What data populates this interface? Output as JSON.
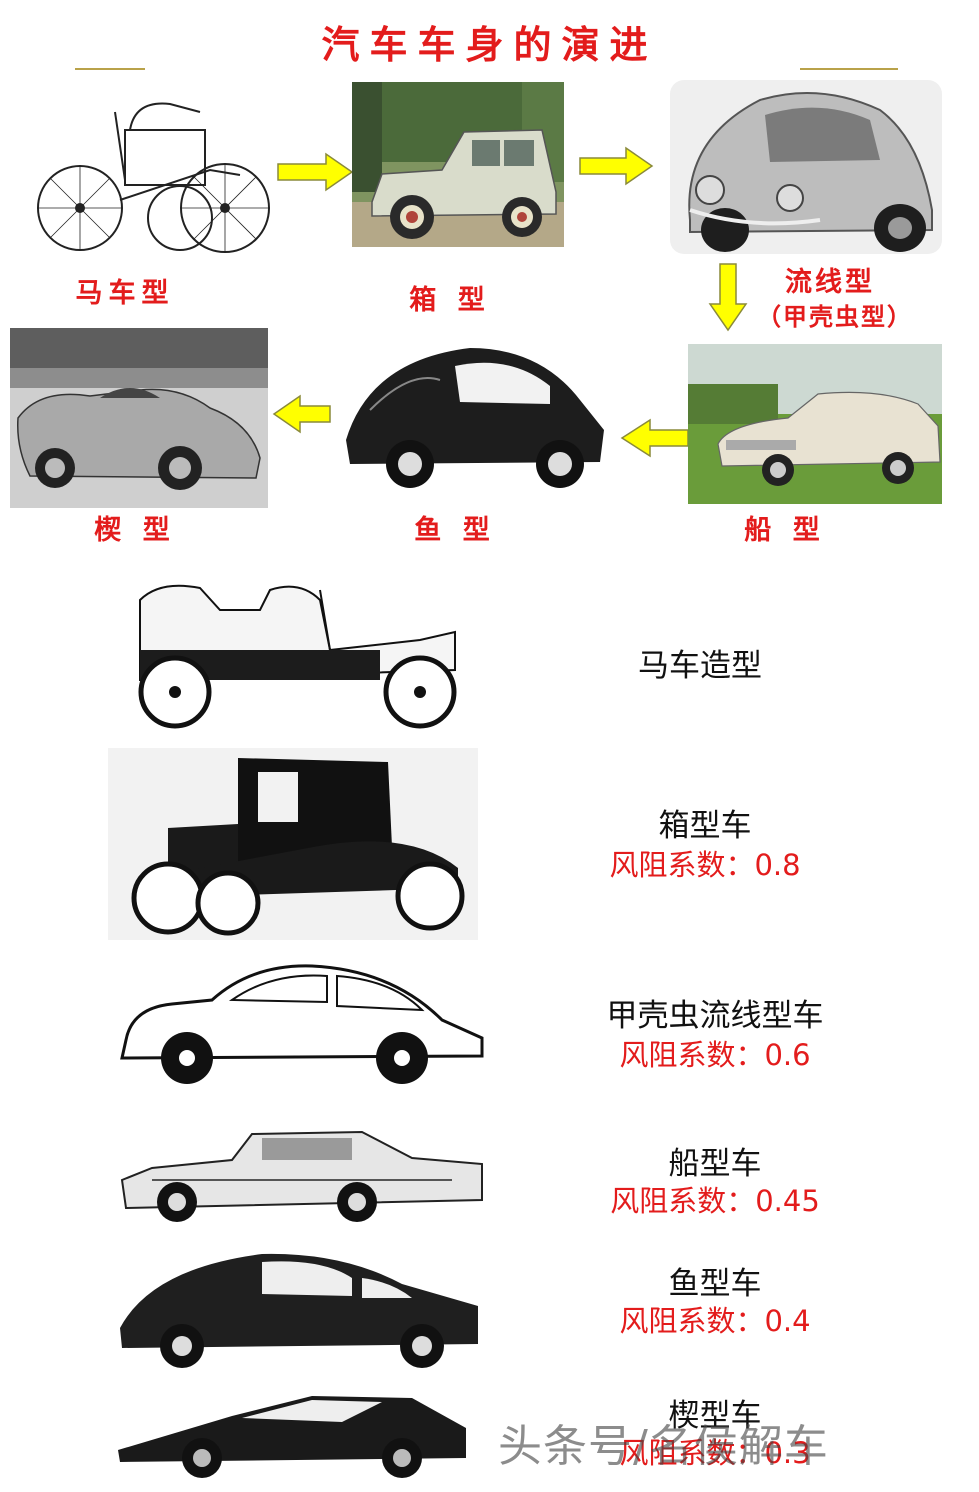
{
  "title": "汽车车身的演进",
  "stages": {
    "carriage": "马车型",
    "box": "箱 型",
    "streamline_line1": "流线型",
    "streamline_line2": "（甲壳虫型）",
    "wedge": "楔 型",
    "fish": "鱼 型",
    "boat": "船 型"
  },
  "rows": [
    {
      "title": "马车造型",
      "drag": ""
    },
    {
      "title": "箱型车",
      "drag": "风阻系数：0.8"
    },
    {
      "title": "甲壳虫流线型车",
      "drag": "风阻系数：0.6"
    },
    {
      "title": "船型车",
      "drag": "风阻系数：0.45"
    },
    {
      "title": "鱼型车",
      "drag": "风阻系数：0.4"
    },
    {
      "title": "楔型车",
      "drag": "风阻系数：0.3"
    }
  ],
  "watermark": "头条号/名侯解车",
  "colors": {
    "accent_red": "#e31c1c",
    "arrow_yellow": "#ffff00",
    "arrow_outline": "#8a8a3a"
  }
}
